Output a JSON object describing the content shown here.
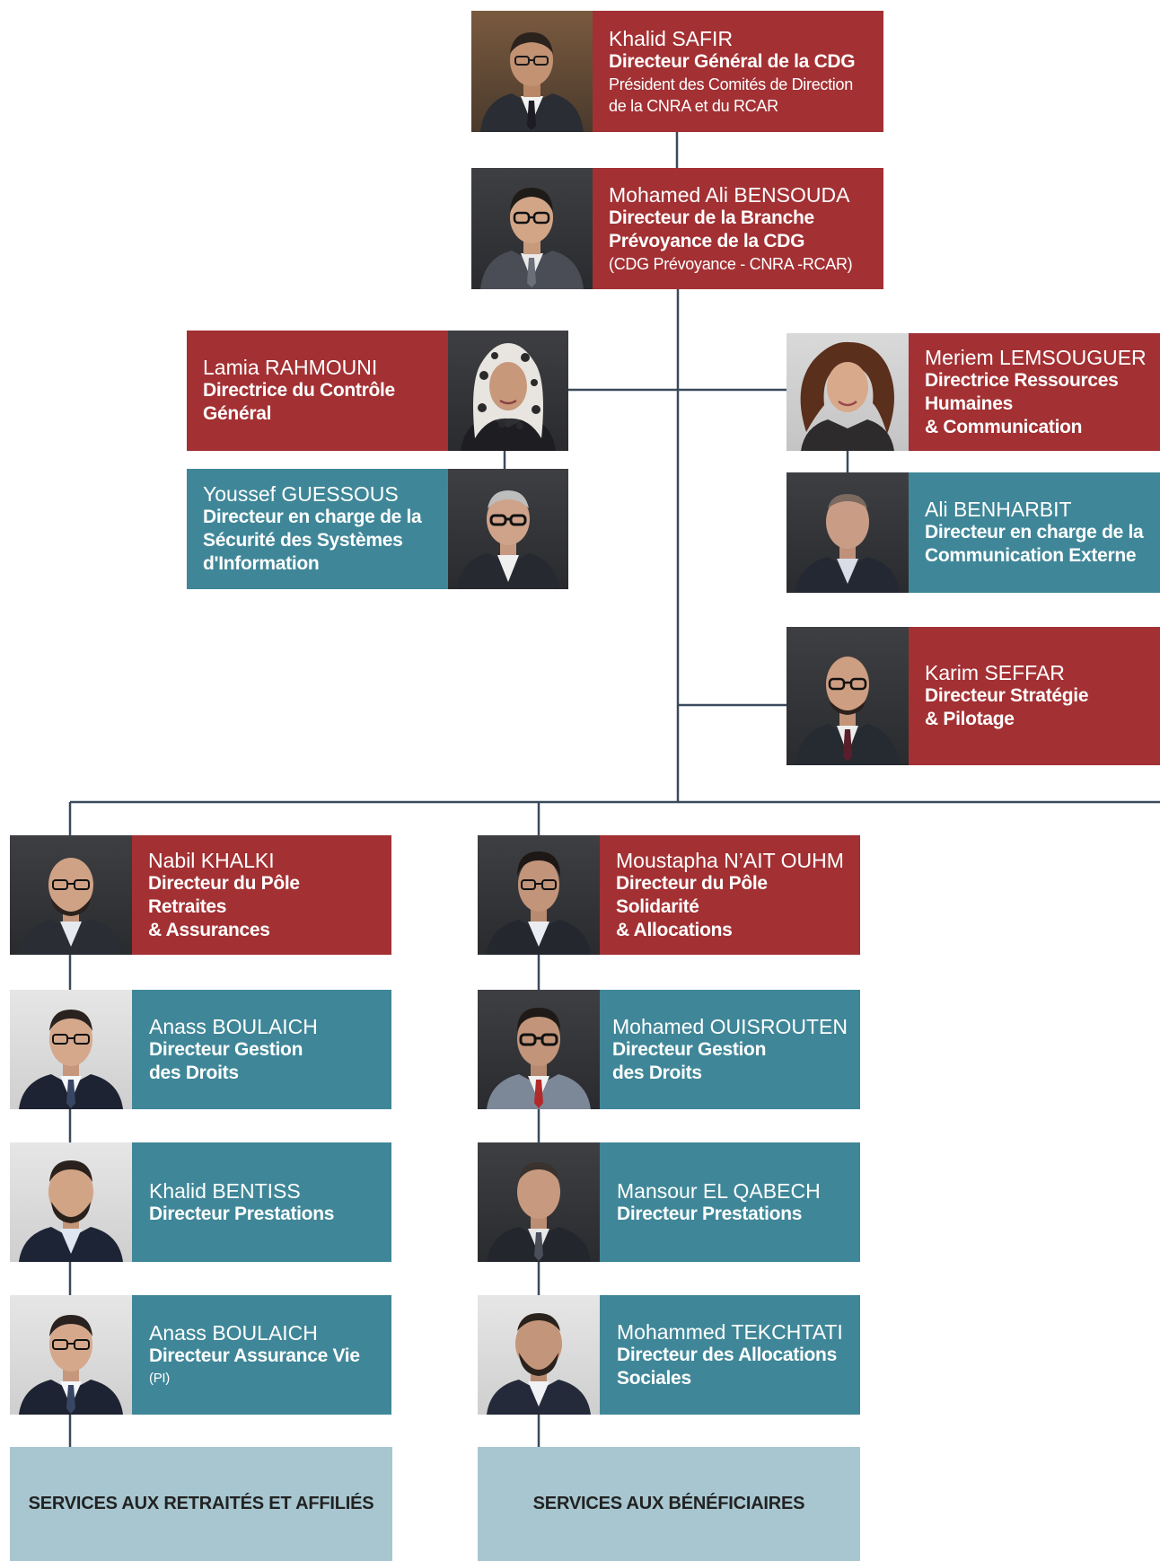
{
  "colors": {
    "red": "#a33033",
    "teal": "#3f8798",
    "service": "#a7c6d0",
    "line": "#3a4a5c"
  },
  "people": {
    "safir": {
      "name": "Khalid SAFIR",
      "title": "Directeur Général de la CDG",
      "sub": "Président des Comités de Direction\nde la CNRA et du RCAR",
      "photo_icon": "portrait-icon"
    },
    "bensouda": {
      "name": "Mohamed Ali BENSOUDA",
      "title": "Directeur de la Branche\nPrévoyance de la CDG",
      "sub": "(CDG Prévoyance - CNRA -RCAR)",
      "photo_icon": "portrait-icon"
    },
    "rahmouni": {
      "name": "Lamia RAHMOUNI",
      "title": "Directrice du Contrôle\nGénéral",
      "photo_icon": "portrait-icon"
    },
    "guessous": {
      "name": "Youssef GUESSOUS",
      "title": "Directeur en charge de la\nSécurité des Systèmes\nd'Information",
      "photo_icon": "portrait-icon"
    },
    "lemsouguer": {
      "name": "Meriem LEMSOUGUER",
      "title": "Directrice Ressources\nHumaines\n& Communication",
      "photo_icon": "portrait-icon"
    },
    "benharbit": {
      "name": "Ali BENHARBIT",
      "title": "Directeur en charge de la\nCommunication Externe",
      "photo_icon": "portrait-icon"
    },
    "seffar": {
      "name": "Karim SEFFAR",
      "title": "Directeur Stratégie\n& Pilotage",
      "photo_icon": "portrait-icon"
    },
    "khalki": {
      "name": "Nabil KHALKI",
      "title": "Directeur du Pôle Retraites\n& Assurances",
      "photo_icon": "portrait-icon"
    },
    "boulaich1": {
      "name": "Anass BOULAICH",
      "title": "Directeur Gestion\ndes Droits",
      "photo_icon": "portrait-icon"
    },
    "bentiss": {
      "name": "Khalid BENTISS",
      "title": "Directeur Prestations",
      "photo_icon": "portrait-icon"
    },
    "boulaich2": {
      "name": "Anass BOULAICH",
      "title": "Directeur Assurance Vie",
      "sub": "(PI)",
      "photo_icon": "portrait-icon"
    },
    "naitouhm": {
      "name": "Moustapha N’AIT OUHM",
      "title": "Directeur du Pôle Solidarité\n& Allocations",
      "photo_icon": "portrait-icon"
    },
    "ouisrouten": {
      "name": "Mohamed OUISROUTEN",
      "title": "Directeur Gestion\ndes Droits",
      "photo_icon": "portrait-icon"
    },
    "elqabech": {
      "name": "Mansour EL QABECH",
      "title": "Directeur Prestations",
      "photo_icon": "portrait-icon"
    },
    "tekchtati": {
      "name": "Mohammed TEKCHTATI",
      "title": "Directeur des Allocations\nSociales",
      "photo_icon": "portrait-icon"
    }
  },
  "services": {
    "left": "SERVICES AUX RETRAITÉS ET AFFILIÉS",
    "right": "SERVICES AUX BÉNÉFICIAIRES"
  }
}
